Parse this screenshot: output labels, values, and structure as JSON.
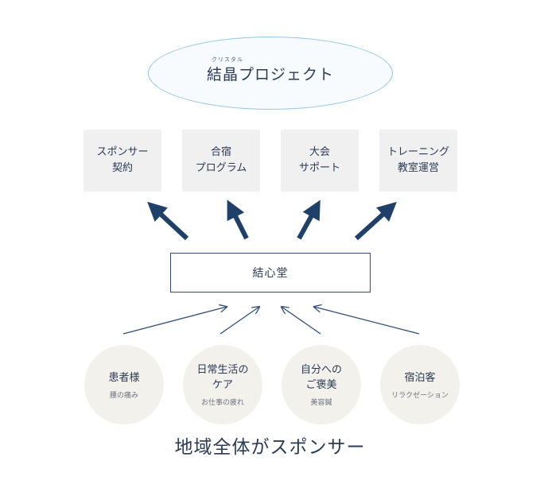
{
  "project": {
    "ruby": "クリスタル",
    "title": "結晶プロジェクト"
  },
  "services": [
    {
      "line1": "スポンサー",
      "line2": "契約"
    },
    {
      "line1": "合宿",
      "line2": "プログラム"
    },
    {
      "line1": "大会",
      "line2": "サポート"
    },
    {
      "line1": "トレーニング",
      "line2": "教室運営"
    }
  ],
  "hub": {
    "label": "結心堂"
  },
  "supporters": [
    {
      "title_line1": "患者様",
      "title_line2": "",
      "sub": "腰の痛み"
    },
    {
      "title_line1": "日常生活の",
      "title_line2": "ケア",
      "sub": "お仕事の疲れ"
    },
    {
      "title_line1": "自分への",
      "title_line2": "ご褒美",
      "sub": "美容鍼"
    },
    {
      "title_line1": "宿泊客",
      "title_line2": "",
      "sub": "リラクゼーション"
    }
  ],
  "footer": {
    "text": "地域全体がスポンサー"
  },
  "colors": {
    "thick_arrow": "#1f4068",
    "thin_arrow": "#2f4d78",
    "box_fill": "#f0f0f0",
    "circle_fill": "#f2f1ec",
    "ellipse_border": "#8fc6e3"
  }
}
